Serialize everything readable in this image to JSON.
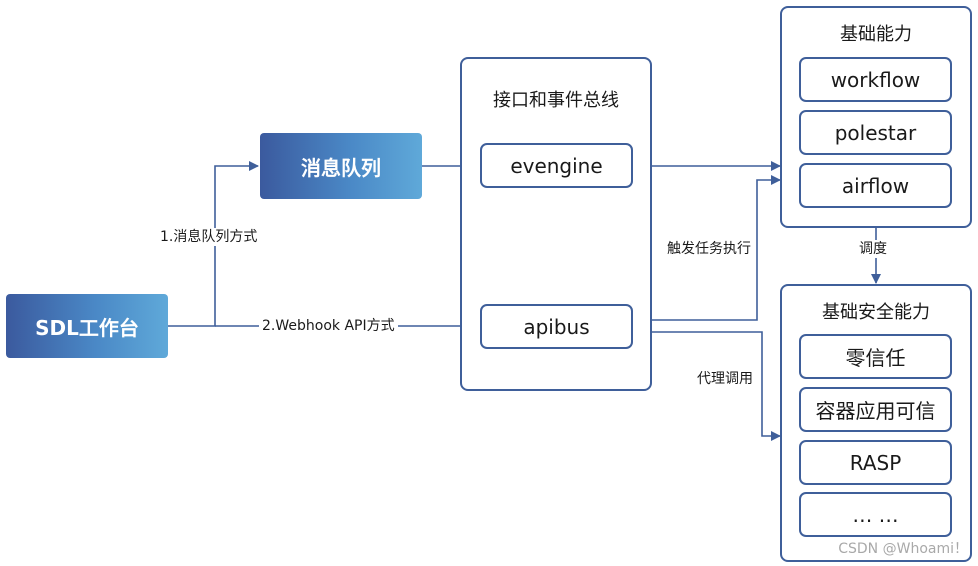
{
  "nodes": {
    "sdl": "SDL工作台",
    "mq": "消息队列"
  },
  "panels": {
    "bus": {
      "title": "接口和事件总线",
      "items": [
        "evengine",
        "apibus"
      ]
    },
    "base": {
      "title": "基础能力",
      "items": [
        "workflow",
        "polestar",
        "airflow"
      ]
    },
    "security": {
      "title": "基础安全能力",
      "items": [
        "零信任",
        "容器应用可信",
        "RASP",
        "… …"
      ]
    }
  },
  "edge_labels": {
    "mq_mode": "1.消息队列方式",
    "webhook_mode": "2.Webhook API方式",
    "trigger": "触发任务执行",
    "schedule": "调度",
    "proxy": "代理调用"
  },
  "watermark": "CSDN @Whoami！",
  "colors": {
    "line": "#3f5f9a",
    "gradient_start": "#3b5a9e",
    "gradient_end": "#5fa9d9"
  }
}
